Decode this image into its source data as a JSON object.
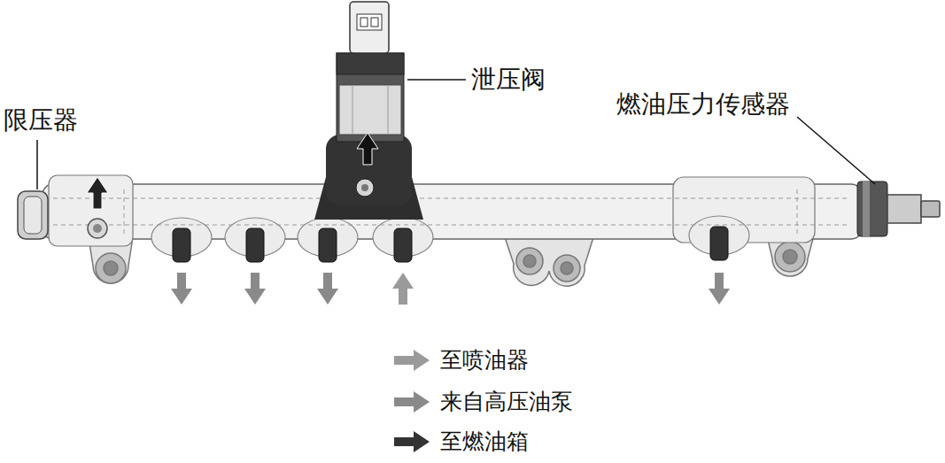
{
  "diagram": {
    "labels": [
      "限压器",
      "泄压阀",
      "燃油压力传感器"
    ],
    "legend": [
      {
        "text": "至喷油器"
      },
      {
        "text": "来自高压油泵"
      },
      {
        "text": "至燃油箱"
      }
    ]
  }
}
